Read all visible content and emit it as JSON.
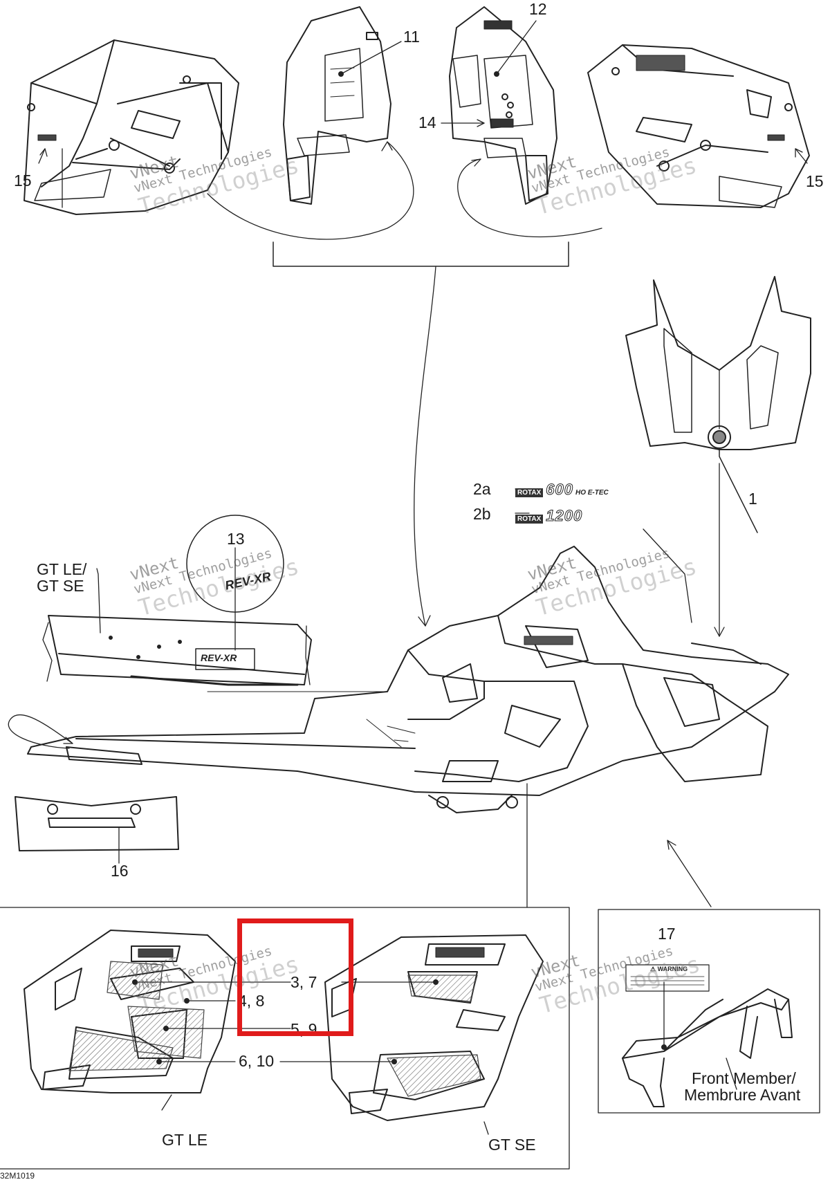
{
  "diagram": {
    "callouts": {
      "c1": "1",
      "c2a": "2a",
      "c2b": "2b",
      "c3_7": "3, 7",
      "c4_8": "4, 8",
      "c5_9": "5, 9",
      "c6_10": "6, 10",
      "c11": "11",
      "c12": "12",
      "c13": "13",
      "c14": "14",
      "c15_left": "15",
      "c15_right": "15",
      "c16": "16",
      "c17": "17"
    },
    "labels": {
      "gt_le_se_line1": "GT LE/",
      "gt_le_se_line2": "GT SE",
      "gt_le": "GT LE",
      "gt_se": "GT SE",
      "front_member_line1": "Front Member/",
      "front_member_line2": "Membrure Avant",
      "figure_code": "32M1019"
    },
    "decals": {
      "d2a_brand": "ROTAX",
      "d2a_number": "600",
      "d2a_suffix": "HO E-TEC",
      "d2b_brand": "ROTAX",
      "d2b_number": "1200",
      "d13_text": "REV-XR",
      "d17_text": "WARNING"
    },
    "watermark": {
      "line1": "vNext",
      "line2": "vNext Technologies",
      "line3": "Technologies"
    },
    "highlight_color": "#e01b1b"
  }
}
